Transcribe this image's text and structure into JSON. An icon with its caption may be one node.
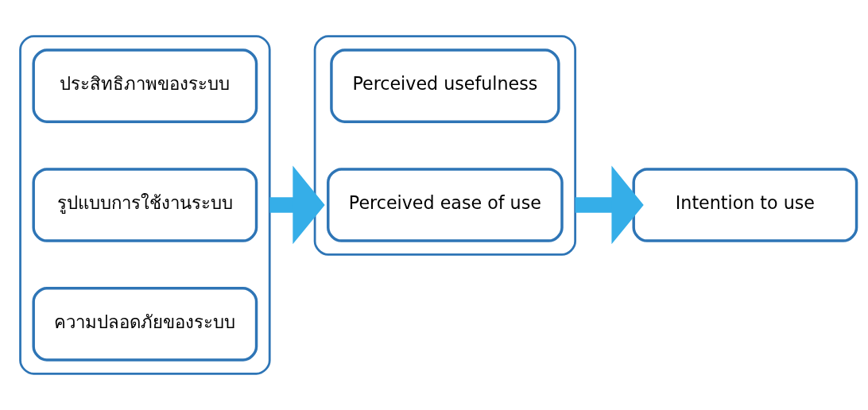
{
  "diagram": {
    "nodes": [
      {
        "text": [],
        "shape": "box"
      },
      {
        "text": [
          "ประสิทธิภาพของระบบ"
        ],
        "in": 0
      },
      {
        "text": [
          "รูปแบบการใช้งานระบบ"
        ],
        "in": 0
      },
      {
        "text": [
          "ความปลอดภัยของระบบ"
        ],
        "in": 0
      },
      {
        "text": [],
        "shape": "box"
      },
      {
        "text": [
          "Perceived usefulness"
        ],
        "in": 4
      },
      {
        "text": [
          "Perceived ease of use"
        ],
        "in": 4
      },
      {
        "text": [
          "Intention to use"
        ]
      }
    ],
    "edges": [
      {
        "from": 0,
        "to": 4,
        "arrow": "to"
      },
      {
        "from": 4,
        "to": 7,
        "arrow": "to"
      }
    ]
  }
}
